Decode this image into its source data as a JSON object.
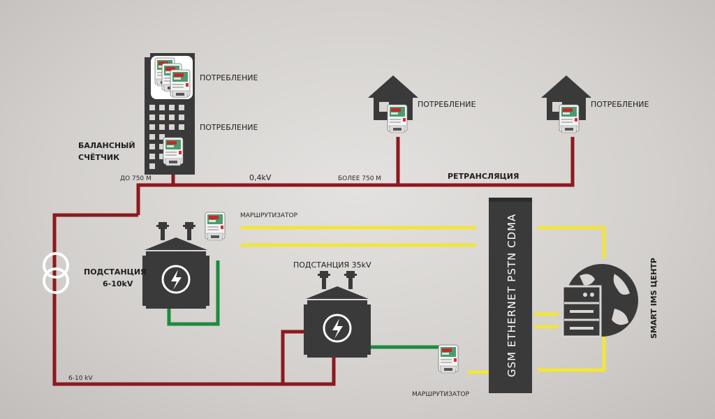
{
  "labels": {
    "consumption_top": "ПОТРЕБЛЕНИЕ",
    "consumption_mid": "ПОТРЕБЛЕНИЕ",
    "consumption_house1": "ПОТРЕБЛЕНИЕ",
    "consumption_house2": "ПОТРЕБЛЕНИЕ",
    "balance_meter_line1": "БАЛАНСНЫЙ",
    "balance_meter_line2": "СЧЁТЧИК",
    "up_to_750": "ДО 750 М",
    "voltage_04": "0,4kV",
    "over_750": "БОЛЕЕ 750 М",
    "retranslation": "РЕТРАНСЛЯЦИЯ",
    "router_top": "МАРШРУТИЗАТОР",
    "router_bottom": "МАРШРУТИЗАТОР",
    "substation_610_line1": "ПОДСТАНЦИЯ",
    "substation_610_line2": "6-10kV",
    "substation_35": "ПОДСТАНЦИЯ 35kV",
    "voltage_610": "6-10 kV",
    "comm_channel": "GSM ETHERNET PSTN CDMA",
    "ims_center": "SMART IMS ЦЕНТР"
  },
  "colors": {
    "power_line": "#8b1a1f",
    "data_line_green": "#1f8a3d",
    "data_line_yellow": "#f1e53b",
    "equipment": "#3a3a3a",
    "meter_body": "#f2f2f2",
    "meter_accent": "#d32f2f"
  },
  "icons": [
    "building-icon",
    "house-icon",
    "meter-icon",
    "substation-icon",
    "lightning-icon",
    "transformer-icon",
    "server-icon",
    "globe-icon"
  ]
}
